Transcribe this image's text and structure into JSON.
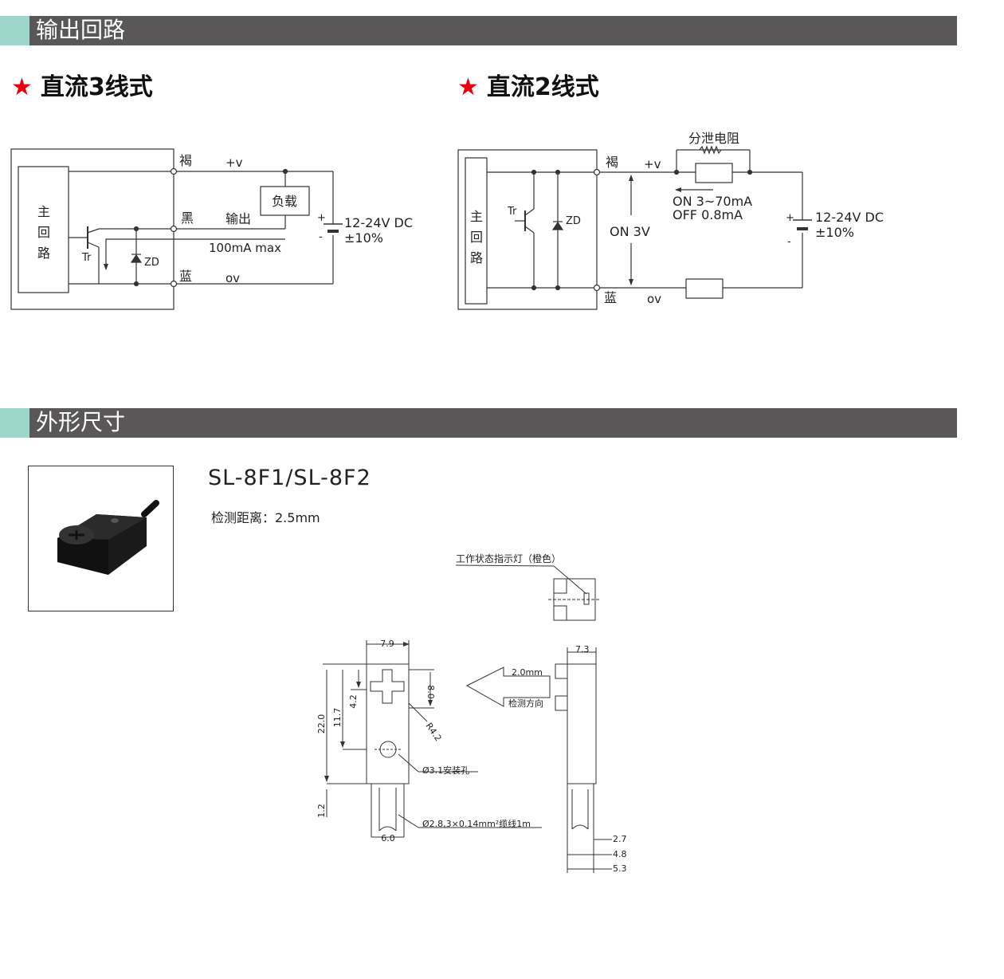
{
  "sections": {
    "output": {
      "title": "输出回路"
    },
    "dims": {
      "title": "外形尺寸"
    }
  },
  "circuit3": {
    "heading": "直流3线式",
    "main_circuit": [
      "主",
      "回",
      "路"
    ],
    "tr": "Tr",
    "zd": "ZD",
    "brown": "褐",
    "plus_v": "+v",
    "black": "黑",
    "output": "输出",
    "blue": "蓝",
    "ov": "ov",
    "load": "负载",
    "current": "100mA max",
    "supply": "12-24V DC",
    "tolerance": "±10%",
    "plus": "+",
    "minus": "-"
  },
  "circuit2": {
    "heading": "直流2线式",
    "main_circuit": [
      "主",
      "回",
      "路"
    ],
    "tr": "Tr",
    "zd": "ZD",
    "brown": "褐",
    "plus_v": "+v",
    "blue": "蓝",
    "ov": "ov",
    "bleeder": "分泄电阻",
    "on_current": "ON 3~70mA",
    "off_current": "OFF 0.8mA",
    "on_voltage": "ON 3V",
    "supply": "12-24V DC",
    "tolerance": "±10%",
    "plus": "+",
    "minus": "-"
  },
  "product": {
    "model": "SL-8F1/SL-8F2",
    "range": "检测距离：2.5mm"
  },
  "drawing": {
    "indicator": "工作状态指示灯（橙色）",
    "w_front": "7.9",
    "w_side": "7.3",
    "d_80": "8.0",
    "d_42": "4.2",
    "d_117": "11.7",
    "d_220": "22.0",
    "d_12": "1.2",
    "r42": "R4.2",
    "hole": "Ø3.1安装孔",
    "cable": "Ø2.8,3×0.14mm²缆线1m",
    "d_60": "6.0",
    "d_27": "2.7",
    "d_48": "4.8",
    "d_53": "5.3",
    "sense_dist": "2.0mm",
    "sense_dir": "检测方向"
  },
  "colors": {
    "bar": "#595757",
    "accent": "#9ed6cc",
    "star": "#e60012"
  }
}
